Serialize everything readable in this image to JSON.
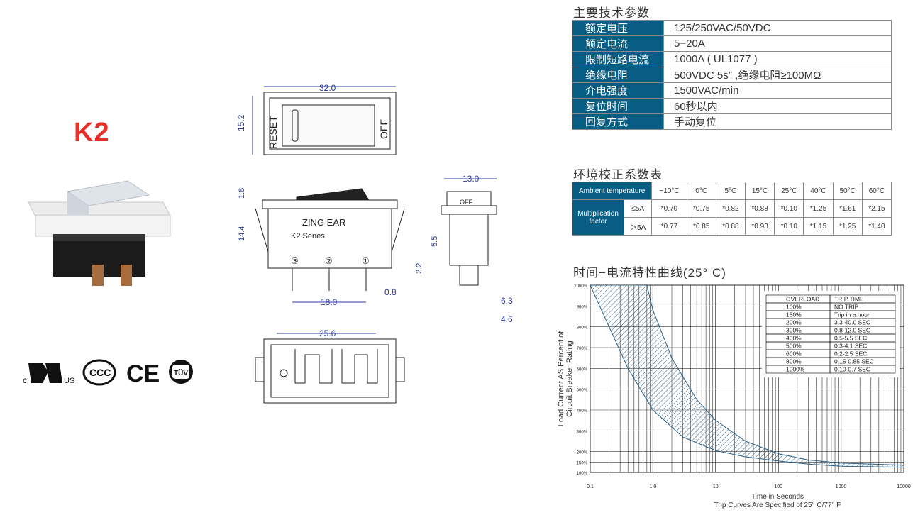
{
  "model": "K2",
  "drawings": {
    "top_dim": "32.0",
    "top_height": "15.2",
    "reset_label": "RESET",
    "off_label": "OFF",
    "side_dim_a": "1.8",
    "side_dim_b": "14.4",
    "brand": "ZING EAR",
    "series": "K2 Series",
    "terminals": [
      "③",
      "②",
      "①"
    ],
    "pin_spacing": "18.0",
    "pin_width": "0.8",
    "end_width": "13.0",
    "end_off_label": "OFF",
    "end_dim_a": "5.5",
    "end_dim_b": "2.2",
    "end_dim_c": "6.3",
    "end_dim_d": "4.6",
    "bottom_dim": "25.6"
  },
  "certifications": {
    "ul_prefix": "c",
    "ul_suffix": "US",
    "ccc": "CCC",
    "ce": "CE",
    "tuv": "TÜV"
  },
  "spec_section": {
    "title": "主要技术参数",
    "rows": [
      {
        "key": "额定电压",
        "value": "125/250VAC/50VDC"
      },
      {
        "key": "额定电流",
        "value": "5−20A"
      },
      {
        "key": "限制短路电流",
        "value": "1000A ( UL1077 )"
      },
      {
        "key": "绝缘电阻",
        "value": "500VDC 5s″ ,绝缘电阻≥100MΩ"
      },
      {
        "key": "介电强度",
        "value": "1500VAC/min"
      },
      {
        "key": "复位时间",
        "value": "60秒以内"
      },
      {
        "key": "回复方式",
        "value": "手动复位"
      }
    ]
  },
  "env_section": {
    "title": "环境校正系数表",
    "header_label": "Ambient temperature",
    "temps": [
      "−10°C",
      "0°C",
      "5°C",
      "15°C",
      "25°C",
      "40°C",
      "50°C",
      "60°C"
    ],
    "factor_label": "Multiplication factor",
    "rows": [
      {
        "label": "≤5A",
        "values": [
          "*0.70",
          "*0.75",
          "*0.82",
          "*0.88",
          "*0.10",
          "*1.25",
          "*1.61",
          "*2.15"
        ]
      },
      {
        "label": "＞5A",
        "values": [
          "*0.77",
          "*0.85",
          "*0.88",
          "*0.93",
          "*0.10",
          "*1.15",
          "*1.25",
          "*1.40"
        ]
      }
    ]
  },
  "curve_section": {
    "title": "时间−电流特性曲线(25° C)"
  },
  "chart_data": {
    "type": "area",
    "ylabel_line1": "Load Current AS Percent of",
    "ylabel_line2": "Circuit Breaker Rating",
    "xlabel": "Time in Seconds",
    "xlabel_note": "Trip Curves Are Specified of 25° C/77° F",
    "x_scale": "log",
    "xlim": [
      0.1,
      10000
    ],
    "ylim": [
      100,
      1000
    ],
    "x_tick_labels": [
      "0.1",
      "1.0",
      "10",
      "100",
      "1000",
      "10000"
    ],
    "y_ticks": [
      100,
      150,
      200,
      300,
      400,
      500,
      600,
      700,
      800,
      900,
      1000
    ],
    "y_tick_labels": [
      "100%",
      "150%",
      "200%",
      "300%",
      "400%",
      "500%",
      "600%",
      "700%",
      "800%",
      "900%",
      "1000%"
    ],
    "grid": true,
    "band": {
      "lower": [
        [
          0.1,
          1000
        ],
        [
          0.4,
          600
        ],
        [
          1,
          400
        ],
        [
          3,
          270
        ],
        [
          10,
          205
        ],
        [
          30,
          175
        ],
        [
          100,
          155
        ],
        [
          300,
          140
        ],
        [
          1000,
          130
        ],
        [
          10000,
          125
        ]
      ],
      "upper": [
        [
          0.8,
          1000
        ],
        [
          1,
          880
        ],
        [
          2,
          650
        ],
        [
          5,
          450
        ],
        [
          10,
          350
        ],
        [
          30,
          250
        ],
        [
          100,
          190
        ],
        [
          300,
          160
        ],
        [
          1000,
          145
        ],
        [
          10000,
          135
        ]
      ]
    },
    "legend_table": {
      "headers": [
        "OVERLOAD",
        "TRIP TIME"
      ],
      "rows": [
        [
          "100%",
          "NO TRIP"
        ],
        [
          "150%",
          "Trip in a hour"
        ],
        [
          "200%",
          "3.3-40.0 SEC"
        ],
        [
          "300%",
          "0.8-12.0 SEC"
        ],
        [
          "400%",
          "0.5-5.5 SEC"
        ],
        [
          "500%",
          "0.3-4.1 SEC"
        ],
        [
          "600%",
          "0.2-2.5 SEC"
        ],
        [
          "800%",
          "0.15-0.85 SEC"
        ],
        [
          "1000%",
          "0.10-0.7 SEC"
        ]
      ]
    }
  }
}
